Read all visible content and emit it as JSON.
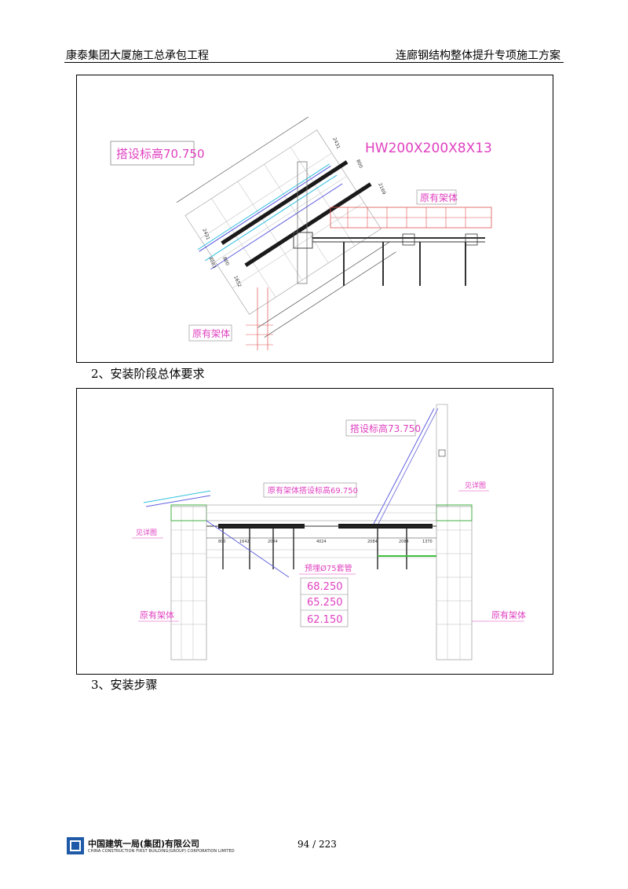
{
  "header": {
    "left_title": "康泰集团大厦施工总承包工程",
    "right_title": "连廊钢结构整体提升专项施工方案"
  },
  "drawing1": {
    "elevation_label": "搭设标高70.750",
    "beam_label": "HW200X200X8X13",
    "existing_frame_right": "原有架体",
    "existing_frame_bottom": "原有架体",
    "dims": [
      "2431",
      "800",
      "2169",
      "2431",
      "800",
      "1652",
      "4083"
    ]
  },
  "section2": {
    "heading": "2、安装阶段总体要求"
  },
  "drawing2": {
    "elevation_top": "搭设标高73.750",
    "existing_frame_elevation": "原有架体搭设标高69.750",
    "detail_left": "见详图",
    "detail_right": "见详图",
    "embedded_pipe": "预埋Ø75套管",
    "elevations": [
      "68.250",
      "65.250",
      "62.150"
    ],
    "existing_frame_left": "原有架体",
    "existing_frame_right": "原有架体",
    "dims": [
      "800",
      "1642",
      "2084",
      "4024",
      "2084",
      "2084",
      "1370"
    ]
  },
  "section3": {
    "heading": "3、安装步骤"
  },
  "footer": {
    "company_cn": "中国建筑一局(集团)有限公司",
    "company_en": "CHINA CONSTRUCTION FIRST BUILDING(GROUP) CORPORATION LIMITED",
    "page": "94  /  223"
  }
}
